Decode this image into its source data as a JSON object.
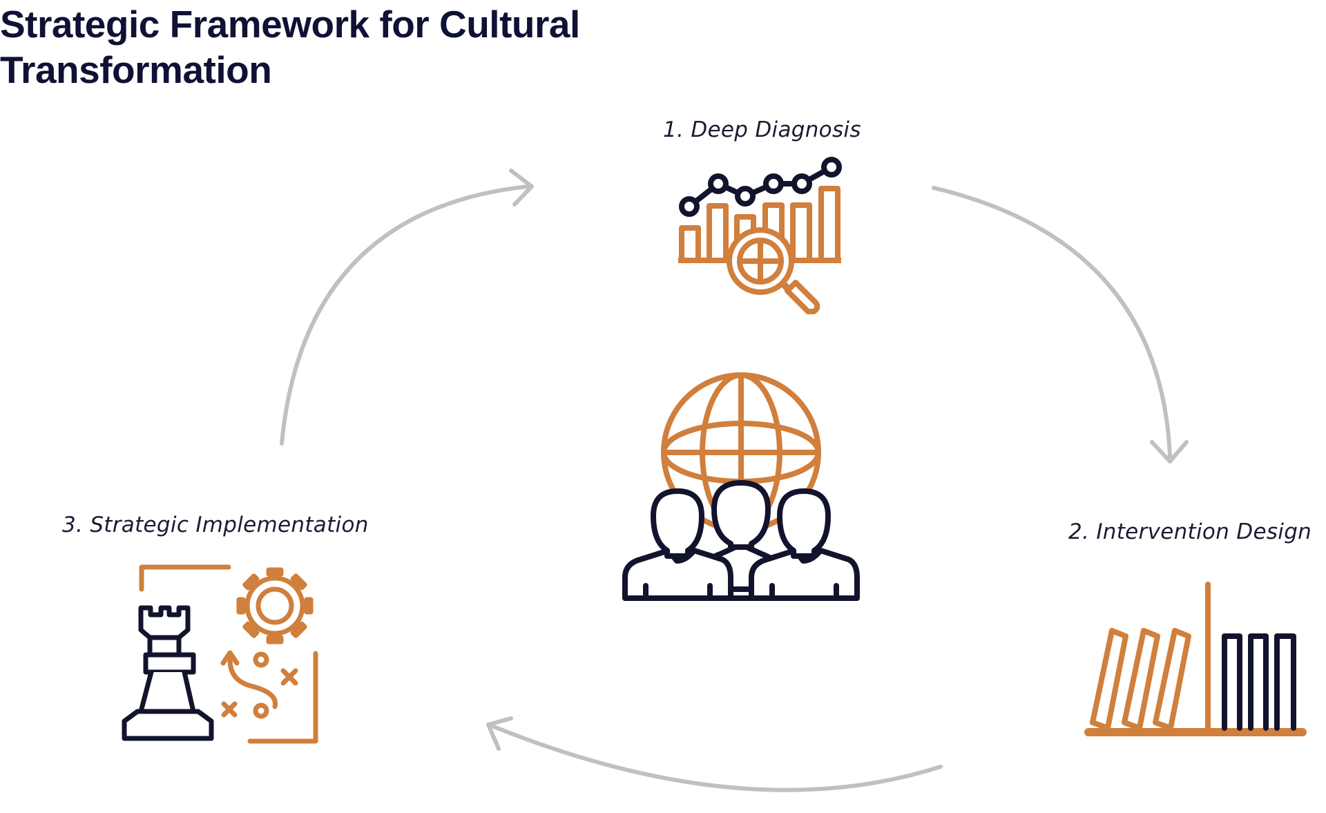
{
  "title": "Strategic Framework for Cultural Transformation",
  "stages": [
    {
      "label": "1. Deep Diagnosis",
      "icon": "analytics-magnifier-icon"
    },
    {
      "label": "2. Intervention Design",
      "icon": "bookshelf-icon"
    },
    {
      "label": "3. Strategic Implementation",
      "icon": "chess-strategy-icon"
    }
  ],
  "center_icon": "global-team-icon",
  "colors": {
    "accent": "#d07f3c",
    "navy": "#12142e",
    "arrow": "#c4bfbf",
    "title": "#0f1235"
  }
}
